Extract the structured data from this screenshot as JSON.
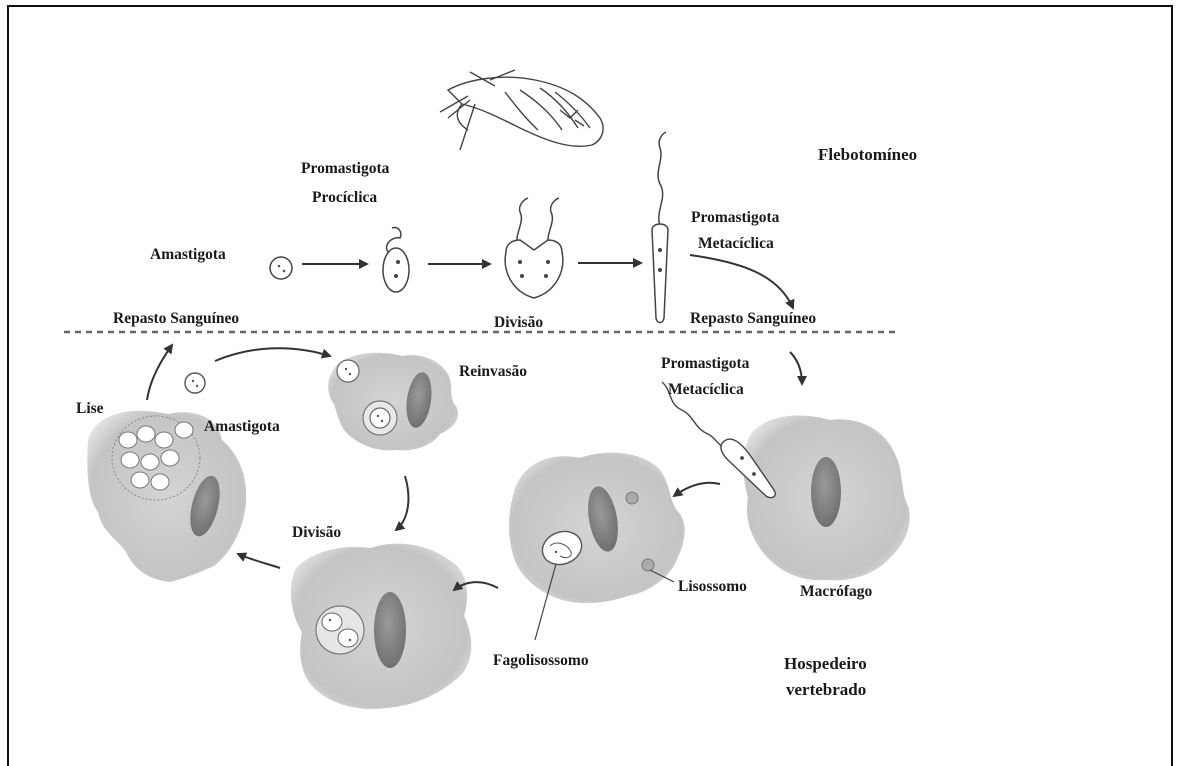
{
  "labels": {
    "flebotomineo": "Flebotomíneo",
    "promastigota_prociclica_1": "Promastigota",
    "promastigota_prociclica_2": "Procíclica",
    "amastigota_top": "Amastigota",
    "repasto_left": "Repasto Sanguíneo",
    "divisao_top": "Divisão",
    "promastigota_metaciclica_top_1": "Promastigota",
    "promastigota_metaciclica_top_2": "Metacíclica",
    "repasto_right": "Repasto Sanguíneo",
    "promastigota_metaciclica_bot_1": "Promastigota",
    "promastigota_metaciclica_bot_2": "Metacíclica",
    "reinvasao": "Reinvasão",
    "lise": "Lise",
    "amastigota_bottom": "Amastigota",
    "divisao_bottom": "Divisão",
    "lisossomo": "Lisossomo",
    "macrofago": "Macrófago",
    "fagolisossomo": "Fagolisossomo",
    "hospedeiro_1": "Hospedeiro",
    "hospedeiro_2": "vertebrado"
  },
  "colors": {
    "cell_fill": "#c9c9c9",
    "nucleus_fill": "#7f7f7f",
    "line": "#333333",
    "frame": "#111111"
  }
}
